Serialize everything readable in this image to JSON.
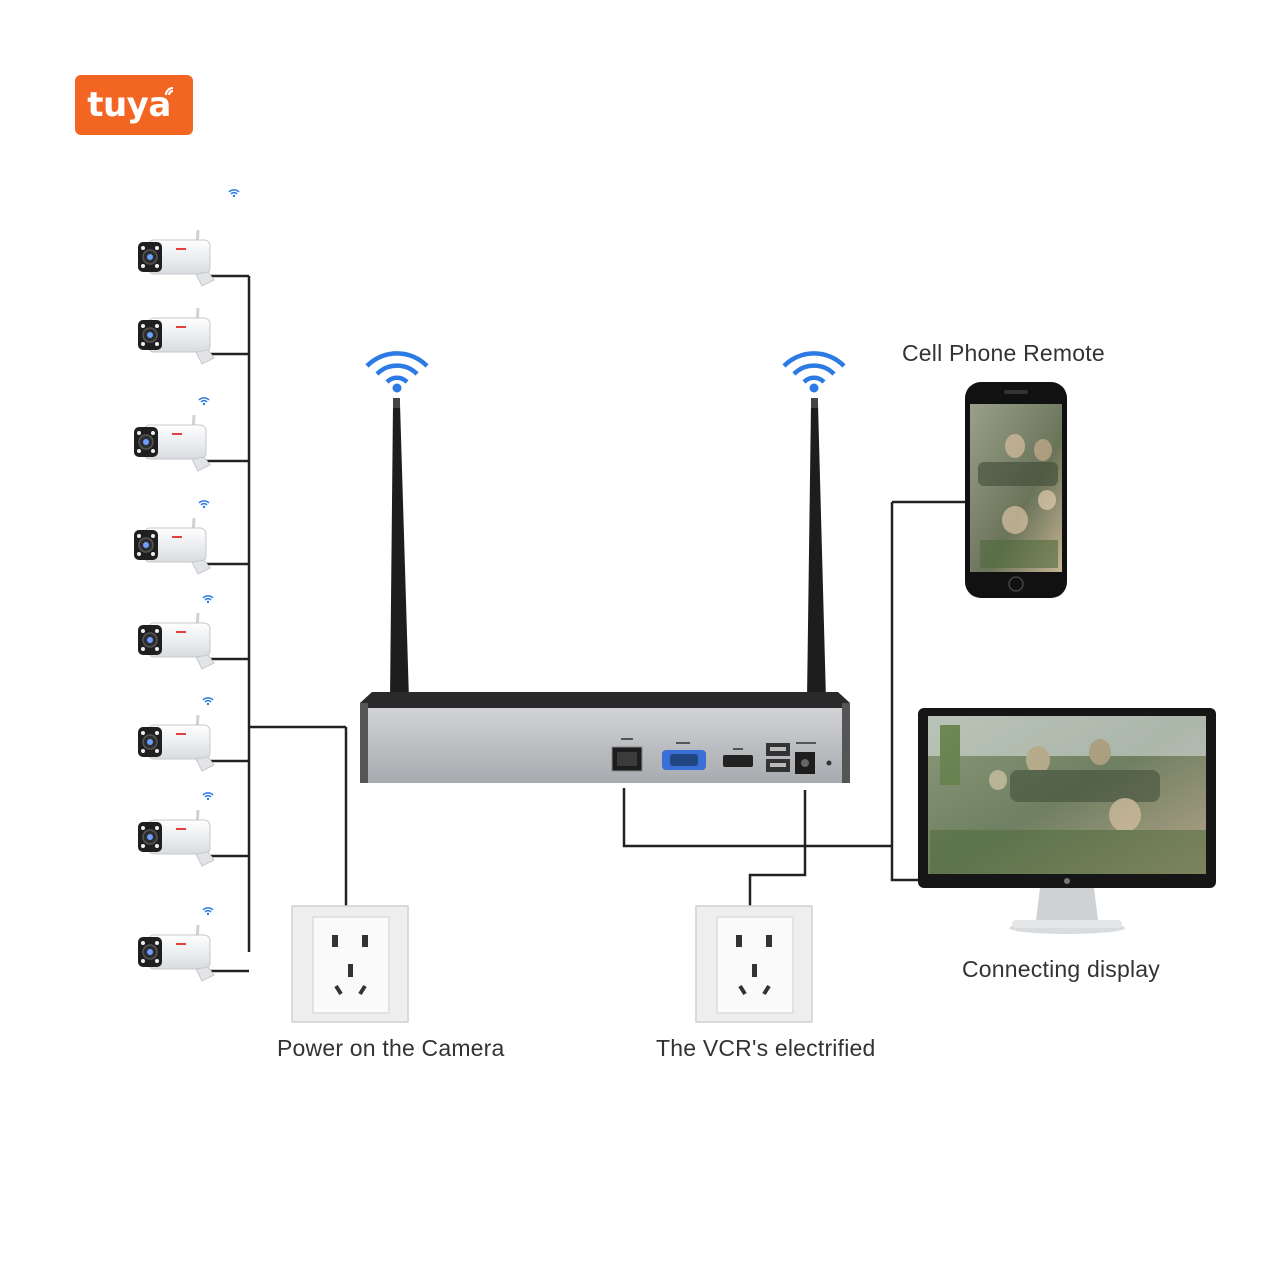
{
  "brand": {
    "logo_text": "tuya",
    "logo_color": "#f26522"
  },
  "labels": {
    "phone": "Cell Phone Remote",
    "display": "Connecting display",
    "camera_power": "Power on the Camera",
    "vcr_power": "The VCR's electrified"
  },
  "cameras": {
    "count": 8
  },
  "icons": {
    "wifi": "wifi-icon",
    "camera": "bullet-camera-icon",
    "nvr": "nvr-recorder-icon",
    "socket": "power-socket-icon",
    "phone": "smartphone-icon",
    "monitor": "monitor-icon"
  },
  "colors": {
    "wifi_blue": "#2c7be5",
    "wire": "#222222",
    "nvr_body": "#b9bcc0",
    "antenna": "#1d1d1d"
  }
}
